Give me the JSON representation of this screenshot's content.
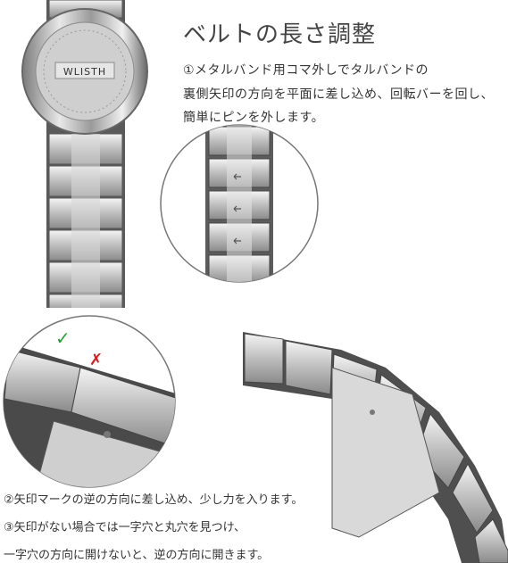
{
  "title": "ベルトの長さ調整",
  "step1": {
    "line1": "①メタルバンド用コマ外しでタルバンドの",
    "line2": "裏側矢印の方向を平面に差し込め、回転バーを回し、",
    "line3": "簡単にピンを外します。"
  },
  "step2": "②矢印マークの逆の方向に差し込め、少し力を入ります。",
  "step3": {
    "line1": "③矢印がない場合では一字穴と丸穴を見つけ、",
    "line2": "一字穴の方向に開けないと、逆の方向に開きます。"
  },
  "watch": {
    "brand": "WLISTH"
  },
  "marks": {
    "correct": "✓",
    "wrong": "✗"
  },
  "colors": {
    "correct": "#2e9e3a",
    "wrong": "#d21e1e",
    "text": "#333333"
  }
}
